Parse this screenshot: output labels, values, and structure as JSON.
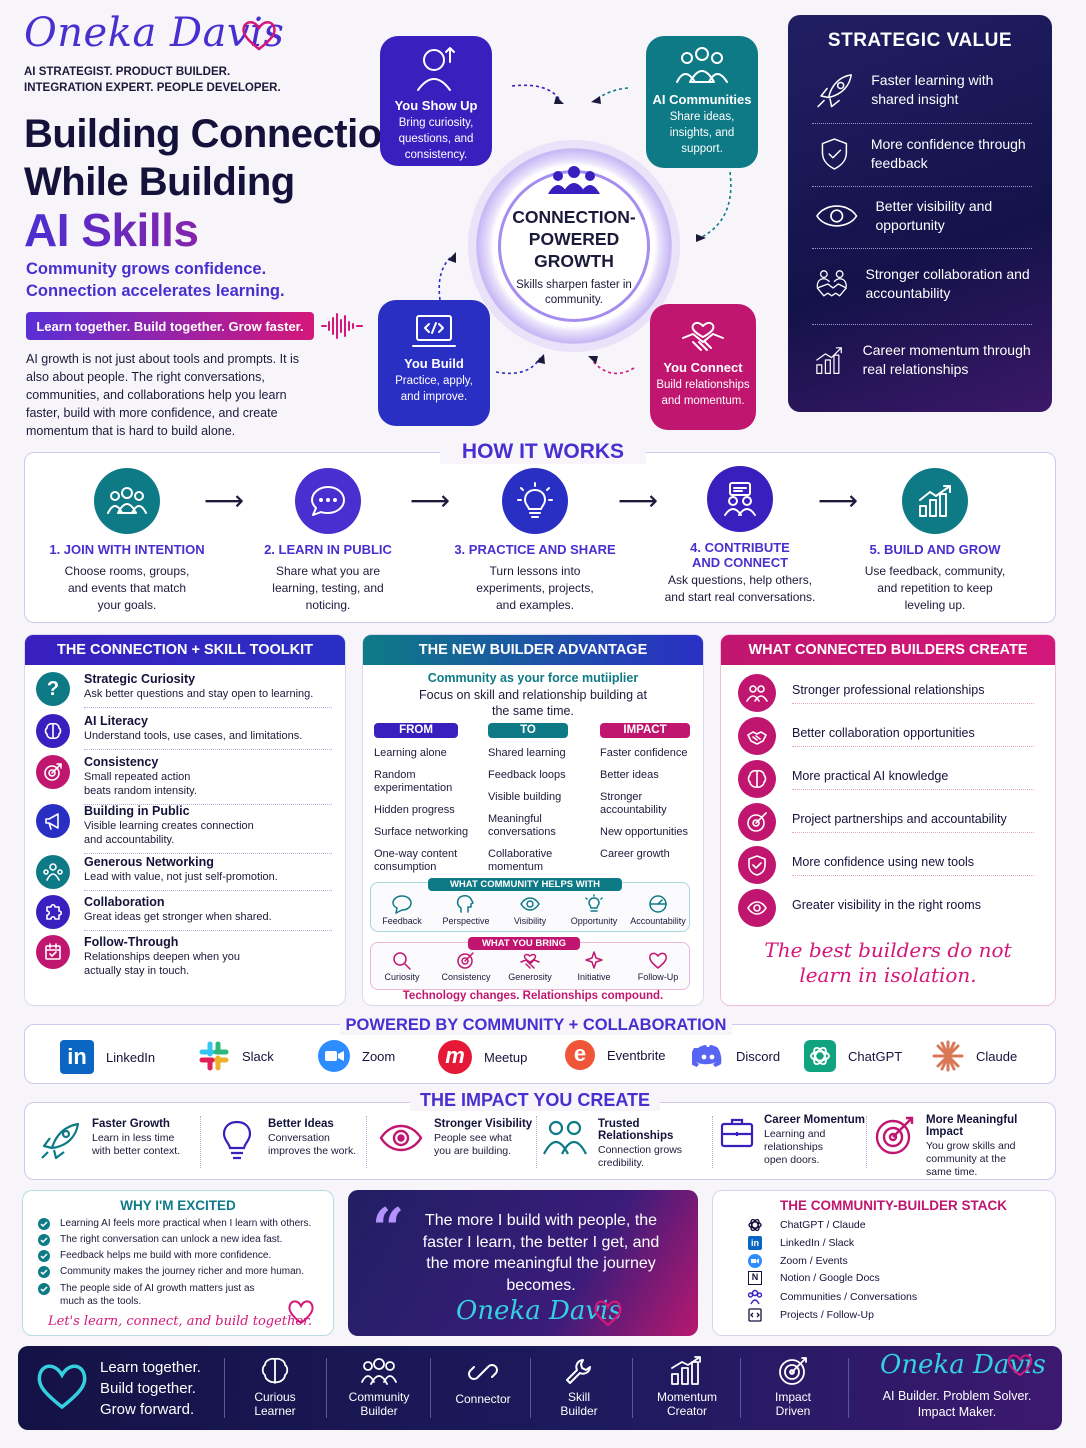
{
  "brand": {
    "name": "Oneka Davis",
    "tagline_line1": "AI STRATEGIST. PRODUCT BUILDER.",
    "tagline_line2": "INTEGRATION EXPERT. PEOPLE DEVELOPER."
  },
  "hero": {
    "title_line1": "Building Connections",
    "title_line2": "While Building",
    "title_highlight": "AI Skills",
    "subhead_line1": "Community grows confidence.",
    "subhead_line2": "Connection accelerates learning.",
    "pill": "Learn together. Build together. Grow faster.",
    "intro": "AI growth is not just about tools and prompts. It is also about people. The right conversations, communities, and collaborations help you learn faster, build with more confidence, and create momentum that is hard to build alone."
  },
  "hub": {
    "title": "CONNECTION-POWERED GROWTH",
    "subtitle": "Skills sharpen faster in community."
  },
  "bubbles": [
    {
      "title": "You Show Up",
      "text": "Bring curiosity, questions, and consistency."
    },
    {
      "title": "AI Communities",
      "text": "Share ideas, insights, and support."
    },
    {
      "title": "You Build",
      "text": "Practice, apply, and improve."
    },
    {
      "title": "You Connect",
      "text": "Build relationships and momentum."
    }
  ],
  "strategic": {
    "title": "STRATEGIC VALUE",
    "items": [
      {
        "icon": "rocket-icon",
        "text": "Faster learning with shared insight"
      },
      {
        "icon": "shield-check-icon",
        "text": "More confidence through feedback"
      },
      {
        "icon": "eye-icon",
        "text": "Better visibility and opportunity"
      },
      {
        "icon": "handshake-icon",
        "text": "Stronger collaboration and accountability"
      },
      {
        "icon": "growth-chart-icon",
        "text": "Career momentum through real relationships"
      }
    ]
  },
  "how": {
    "title": "HOW IT WORKS",
    "steps": [
      {
        "title": "1. JOIN WITH INTENTION",
        "text": "Choose rooms, groups, and events that match your goals."
      },
      {
        "title": "2. LEARN IN PUBLIC",
        "text": "Share what you are learning, testing, and noticing."
      },
      {
        "title": "3. PRACTICE AND SHARE",
        "text": "Turn lessons into experiments, projects, and examples."
      },
      {
        "title": "4. CONTRIBUTE AND CONNECT",
        "text": "Ask questions, help others, and start real conversations."
      },
      {
        "title": "5. BUILD AND GROW",
        "text": "Use feedback, community, and repetition to keep leveling up."
      }
    ]
  },
  "toolkit": {
    "title": "THE CONNECTION + SKILL TOOLKIT",
    "items": [
      {
        "title": "Strategic Curiosity",
        "text": "Ask better questions and stay open to learning."
      },
      {
        "title": "AI Literacy",
        "text": "Understand tools, use cases, and limitations."
      },
      {
        "title": "Consistency",
        "text": "Small repeated action beats random intensity."
      },
      {
        "title": "Building in Public",
        "text": "Visible learning creates connection and accountability."
      },
      {
        "title": "Generous Networking",
        "text": "Lead with value, not just self-promotion."
      },
      {
        "title": "Collaboration",
        "text": "Great ideas get stronger when shared."
      },
      {
        "title": "Follow-Through",
        "text": "Relationships deepen when you actually stay in touch."
      }
    ]
  },
  "advantage": {
    "title": "THE NEW BUILDER ADVANTAGE",
    "lead_highlight": "Community as your force mutiiplier",
    "lead_text": "Focus on skill and relationship building at the same time.",
    "from_label": "FROM",
    "to_label": "TO",
    "impact_label": "IMPACT",
    "from": [
      "Learning alone",
      "Random experimentation",
      "Hidden progress",
      "Surface networking",
      "One-way content consumption"
    ],
    "to": [
      "Shared learning",
      "Feedback loops",
      "Visible building",
      "Meaningful conversations",
      "Collaborative momentum"
    ],
    "impact": [
      "Faster confidence",
      "Better ideas",
      "Stronger accountability",
      "New opportunities",
      "Career growth"
    ],
    "helps_title": "WHAT COMMUNITY HELPS WITH",
    "helps": [
      "Feedback",
      "Perspective",
      "Visibility",
      "Opportunity",
      "Accountability"
    ],
    "bring_title": "WHAT YOU BRING",
    "bring": [
      "Curiosity",
      "Consistency",
      "Generosity",
      "Initiative",
      "Follow-Up"
    ],
    "footer": "Technology changes. Relationships compound."
  },
  "creates": {
    "title": "WHAT CONNECTED BUILDERS CREATE",
    "items": [
      "Stronger professional relationships",
      "Better collaboration opportunities",
      "More practical AI knowledge",
      "Project partnerships and accountability",
      "More confidence using new tools",
      "Greater visibility in the right rooms"
    ],
    "quote_line1": "The best builders do not",
    "quote_line2": "learn in isolation."
  },
  "powered": {
    "title": "POWERED BY COMMUNITY + COLLABORATION",
    "logos": [
      "LinkedIn",
      "Slack",
      "Zoom",
      "Meetup",
      "Eventbrite",
      "Discord",
      "ChatGPT",
      "Claude"
    ],
    "linkedin_mark": "in",
    "meetup_mark": "m",
    "eventbrite_mark": "e"
  },
  "impact": {
    "title": "THE IMPACT YOU CREATE",
    "items": [
      {
        "title": "Faster Growth",
        "text": "Learn in less time with better context."
      },
      {
        "title": "Better Ideas",
        "text": "Conversation improves the work."
      },
      {
        "title": "Stronger Visibility",
        "text": "People see what you are building."
      },
      {
        "title": "Trusted Relationships",
        "text": "Connection grows credibility."
      },
      {
        "title": "Career Momentum",
        "text": "Learning and relationships open doors."
      },
      {
        "title": "More Meaningful Impact",
        "text": "You grow skills and community at the same time."
      }
    ]
  },
  "why": {
    "title": "WHY I'M EXCITED",
    "items": [
      "Learning AI feels more practical when I learn with others.",
      "The right conversation can unlock a new idea fast.",
      "Feedback helps me build with more confidence.",
      "Community makes the journey richer and more human.",
      "The people side of AI growth matters just as much as the tools."
    ],
    "sign": "Let's learn, connect, and build together."
  },
  "quote": {
    "mark": "“",
    "text": "The more I build with people, the faster I learn, the better I get, and the more meaningful the journey becomes.",
    "sign": "Oneka Davis"
  },
  "stack": {
    "title": "THE COMMUNITY-BUILDER STACK",
    "items": [
      "ChatGPT / Claude",
      "LinkedIn / Slack",
      "Zoom / Events",
      "Notion / Google Docs",
      "Communities / Conversations",
      "Projects / Follow-Up"
    ],
    "notion_mark": "N",
    "linkedin_mark": "in"
  },
  "footer": {
    "line1": "Learn together.",
    "line2": "Build together.",
    "line3": "Grow forward.",
    "roles": [
      [
        "Curious",
        "Learner"
      ],
      [
        "Community",
        "Builder"
      ],
      [
        "Connector",
        ""
      ],
      [
        "Skill",
        "Builder"
      ],
      [
        "Momentum",
        "Creator"
      ],
      [
        "Impact",
        "Driven"
      ]
    ],
    "brand": "Oneka Davis",
    "brand_sub1": "AI Builder. Problem Solver.",
    "brand_sub2": "Impact Maker."
  },
  "colors": {
    "purple": "#4a2fd0",
    "teal": "#0e7a86",
    "magenta": "#c0166f",
    "navy": "#14124a",
    "blue": "#2a2fc4"
  }
}
